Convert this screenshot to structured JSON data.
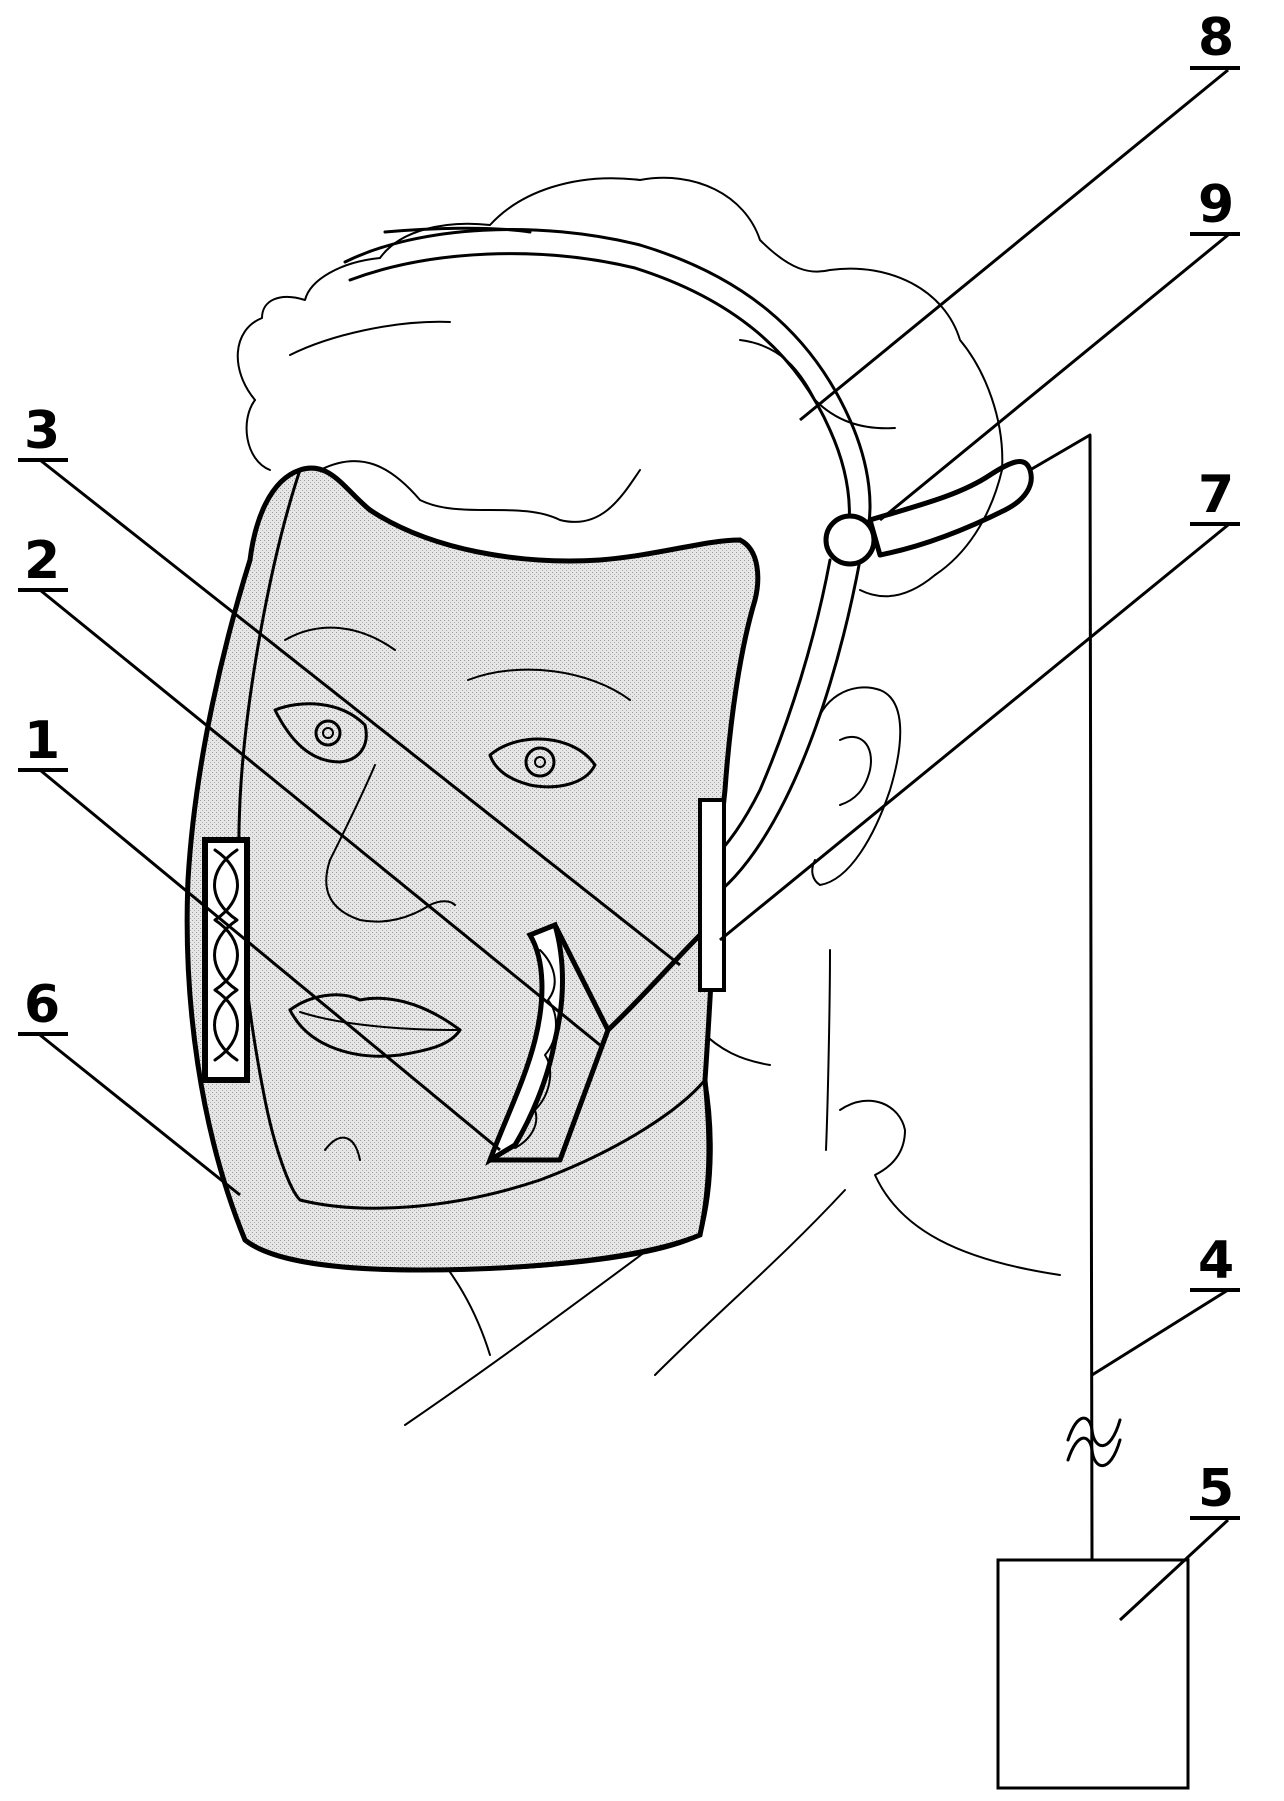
{
  "colors": {
    "line": "#000000",
    "mask_shade": "#c9c9c9",
    "mask_face": "#e4e4e4",
    "background": "#ffffff"
  },
  "labels": {
    "l1": "1",
    "l2": "2",
    "l3": "3",
    "l4": "4",
    "l5": "5",
    "l6": "6",
    "l7": "7",
    "l8": "8",
    "l9": "9"
  }
}
